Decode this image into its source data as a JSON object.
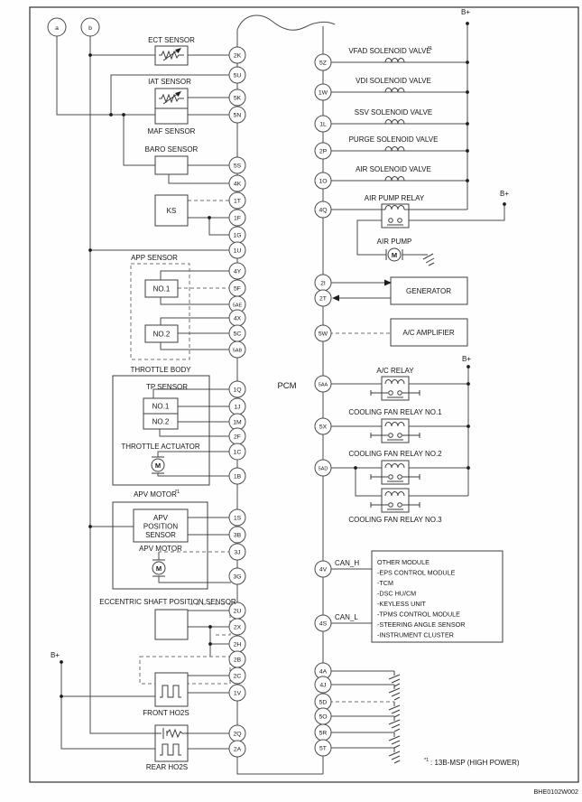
{
  "diagram": {
    "pcm_label": "PCM",
    "doc_number": "BHE0102W002",
    "footnote_marker": "*1",
    "footnote_text": ": 13B-MSP (HIGH POWER)",
    "power_label": "B+",
    "connector_a": "a",
    "connector_b": "b",
    "motor_letter": "M",
    "can_h": "CAN_H",
    "can_l": "CAN_L"
  },
  "pins": {
    "left": [
      "2K",
      "5U",
      "5K",
      "5N",
      "5S",
      "4K",
      "1T",
      "1F",
      "1G",
      "1U",
      "4Y",
      "5F",
      "5AE",
      "4X",
      "5C",
      "5AB",
      "1Q",
      "1J",
      "1M",
      "2F",
      "1C",
      "1B",
      "1S",
      "3B",
      "3J",
      "3G",
      "2U",
      "2X",
      "2H",
      "2B",
      "2C",
      "1V",
      "2Q",
      "2A"
    ],
    "right": [
      "5Z",
      "1W",
      "1L",
      "2P",
      "1O",
      "4Q",
      "2I",
      "2T",
      "5W",
      "5AA",
      "5X",
      "5AD",
      "4V",
      "4S",
      "4A",
      "4J",
      "5D",
      "5O",
      "5R",
      "5T"
    ]
  },
  "left_components": {
    "ect": "ECT SENSOR",
    "iat": "IAT SENSOR",
    "maf": "MAF SENSOR",
    "baro": "BARO SENSOR",
    "ks": "KS",
    "app_title": "APP SENSOR",
    "app_no1": "NO.1",
    "app_no2": "NO.2",
    "throttle_title": "THROTTLE BODY",
    "tp_sensor": "TP SENSOR",
    "tp_no1": "NO.1",
    "tp_no2": "NO.2",
    "actuator": "THROTTLE ACTUATOR",
    "apv_title": "APV MOTOR",
    "apv_pos_1": "APV",
    "apv_pos_2": "POSITION",
    "apv_pos_3": "SENSOR",
    "apv_motor": "APV MOTOR",
    "eccentric": "ECCENTRIC SHAFT POSITION SENSOR",
    "front_ho2s": "FRONT HO2S",
    "rear_ho2s": "REAR HO2S"
  },
  "right_components": {
    "solenoids": [
      "VFAD SOLENOID VALVE",
      "VDI SOLENOID VALVE",
      "SSV SOLENOID VALVE",
      "PURGE SOLENOID VALVE",
      "AIR SOLENOID VALVE"
    ],
    "air_pump_relay": "AIR PUMP RELAY",
    "air_pump": "AIR PUMP",
    "generator": "GENERATOR",
    "ac_amplifier": "A/C AMPLIFIER",
    "ac_relay": "A/C RELAY",
    "fan_relay1": "COOLING FAN RELAY NO.1",
    "fan_relay2": "COOLING FAN RELAY NO.2",
    "fan_relay3": "COOLING FAN RELAY NO.3",
    "other_module_title": "OTHER MODULE",
    "other_module_items": [
      "-EPS CONTROL MODULE",
      "-TCM",
      "-DSC HU/CM",
      "-KEYLESS UNIT",
      "-TPMS CONTROL MODULE",
      "-STEERING ANGLE SENSOR",
      "-INSTRUMENT CLUSTER"
    ]
  }
}
